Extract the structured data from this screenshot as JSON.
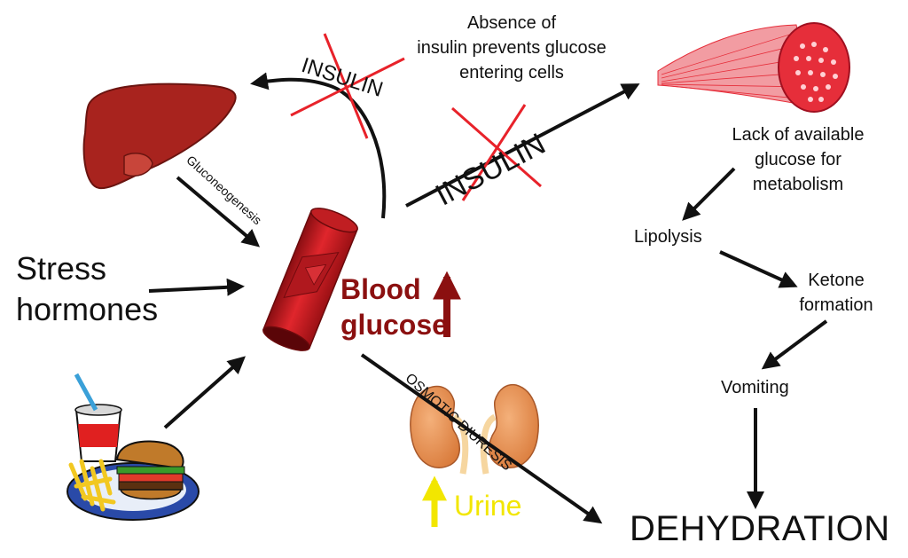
{
  "labels": {
    "stress_hormones": [
      "Stress",
      "hormones"
    ],
    "absence": [
      "Absence of",
      "insulin prevents glucose",
      "entering cells"
    ],
    "lack": [
      "Lack of available",
      "glucose for",
      "metabolism"
    ],
    "lipolysis": "Lipolysis",
    "ketone": [
      "Ketone",
      "formation"
    ],
    "vomiting": "Vomiting",
    "dehydration": "DEHYDRATION",
    "blood_glucose": [
      "Blood",
      "glucose"
    ],
    "urine": "Urine",
    "gluconeogenesis": "Gluconeogenesis",
    "osmotic_diuresis": "OSMOTIC DIURESIS",
    "insulin_top": "INSULIN",
    "insulin_middle": "INSULIN"
  },
  "colors": {
    "arrow": "#111111",
    "blood_red": "#8b1010",
    "cross_red": "#e8222a",
    "urine_yellow": "#f2e600",
    "liver": "#a8231e",
    "kidney": "#e89050",
    "muscle": "#e62e3a"
  },
  "icons": [
    "liver-icon",
    "blood-vessel-icon",
    "muscle-fiber-icon",
    "kidney-icon",
    "fast-food-icon"
  ]
}
